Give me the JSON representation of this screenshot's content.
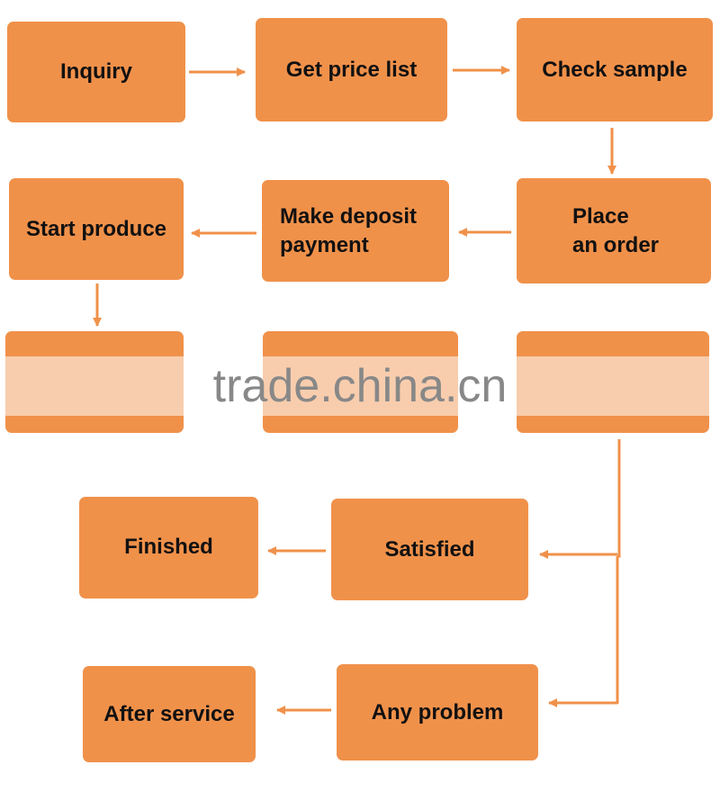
{
  "flow": {
    "inquiry": "Inquiry",
    "get_price_list": "Get price list",
    "check_sample": "Check sample",
    "place_order": "Place\nan order",
    "make_deposit": "Make deposit\npayment",
    "start_produce": "Start produce",
    "hidden_1": "",
    "hidden_2": "",
    "hidden_3": "",
    "satisfied": "Satisfied",
    "finished": "Finished",
    "any_problem": "Any problem",
    "after_service": "After service"
  },
  "watermark": "trade.china.cn",
  "colors": {
    "box_fill": "#F0914A",
    "arrow": "#F0914A",
    "text": "#111111",
    "watermark": "#888888"
  }
}
